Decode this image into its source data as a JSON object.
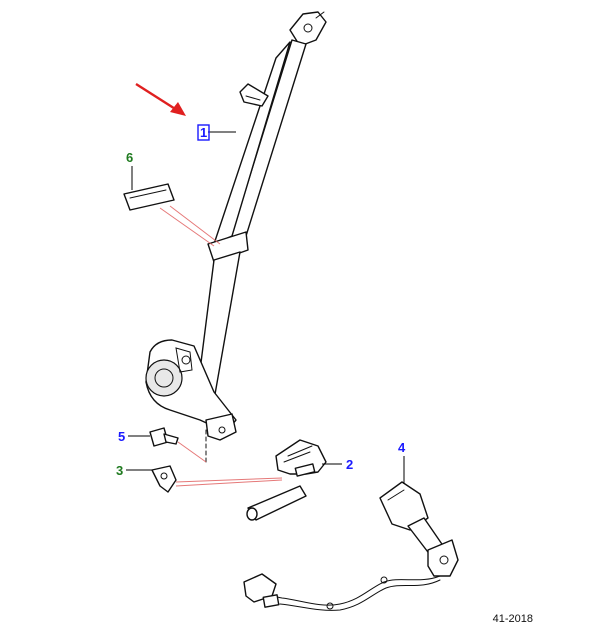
{
  "colors": {
    "blue_label": "#1a1aff",
    "green_label": "#1f7a1f",
    "arrow_red": "#e02020",
    "leader_red": "#e06060",
    "line": "#111111"
  },
  "callouts": [
    {
      "id": "1",
      "color": "#1a1aff",
      "boxed": true
    },
    {
      "id": "2",
      "color": "#1a1aff"
    },
    {
      "id": "3",
      "color": "#1f7a1f"
    },
    {
      "id": "4",
      "color": "#1a1aff"
    },
    {
      "id": "5",
      "color": "#1a1aff"
    },
    {
      "id": "6",
      "color": "#1f7a1f"
    }
  ],
  "reference_code": "41-2018"
}
